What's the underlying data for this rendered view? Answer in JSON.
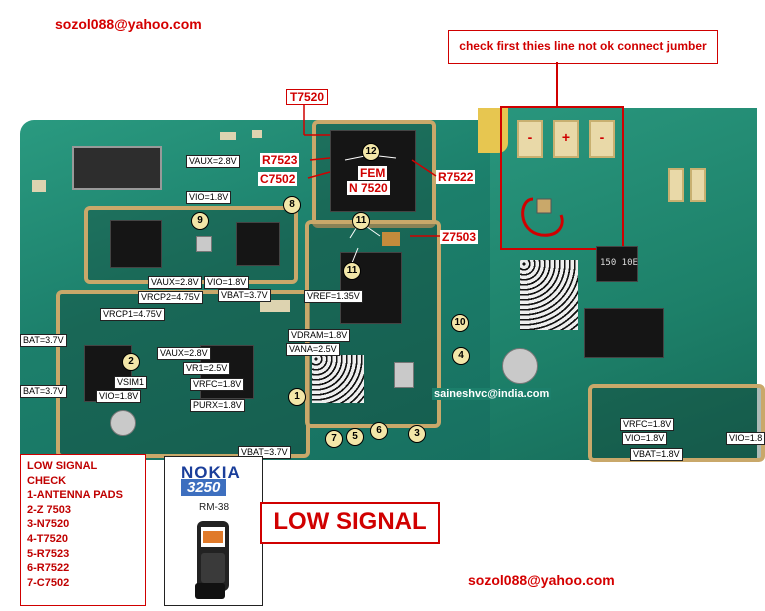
{
  "emails": {
    "top_left": "sozol088@yahoo.com",
    "bottom_right": "sozol088@yahoo.com",
    "board_credit": "saineshvc@india.com"
  },
  "note": "check first thies line not ok connect jumber",
  "refs": {
    "t7520": "T7520",
    "r7523": "R7523",
    "c7502": "C7502",
    "r7522": "R7522",
    "z7503": "Z7503",
    "fem_line1": "FEM",
    "fem_line2": "N 7520"
  },
  "pads": [
    "-",
    "+",
    "-"
  ],
  "voltage_labels": {
    "vaux1": "VAUX=2.8V",
    "vio1": "VIO=1.8V",
    "vaux2": "VAUX=2.8V",
    "vio2": "VIO=1.8V",
    "vrcp2": "VRCP2=4.75V",
    "vbat1": "VBAT=3.7V",
    "vref": "VREF=1.35V",
    "vrcp1": "VRCP1=4.75V",
    "vdram": "VDRAM=1.8V",
    "vana": "VANA=2.5V",
    "bat1": "BAT=3.7V",
    "vaux3": "VAUX=2.8V",
    "vr1": "VR1=2.5V",
    "vrfc1": "VRFC=1.8V",
    "vsim1": "VSIM1",
    "bat2": "BAT=3.7V",
    "vio3": "VIO=1.8V",
    "purx": "PURX=1.8V",
    "vbat2": "VBAT=3.7V",
    "vrfc2": "VRFC=1.8V",
    "vio4": "VIO=1.8V",
    "vbat3": "VBAT=1.8V",
    "vio5": "VIO=1.8"
  },
  "chip_text": {
    "cap_marking": "150 10E"
  },
  "numbers": [
    "1",
    "2",
    "3",
    "4",
    "5",
    "6",
    "7",
    "8",
    "9",
    "10",
    "11",
    "11",
    "12"
  ],
  "legend": {
    "lines": [
      "LOW SIGNAL",
      "CHECK",
      "1-ANTENNA PADS",
      "2-Z 7503",
      "3-N7520",
      "4-T7520",
      "5-R7523",
      "6-R7522",
      "7-C7502"
    ]
  },
  "phone": {
    "brand": "NOKIA",
    "model": "3250",
    "code": "RM-38"
  },
  "low_signal_title": "LOW SIGNAL",
  "colors": {
    "accent": "#d00000",
    "pcb": "#1f8a74",
    "shield": "#c9a86a"
  }
}
